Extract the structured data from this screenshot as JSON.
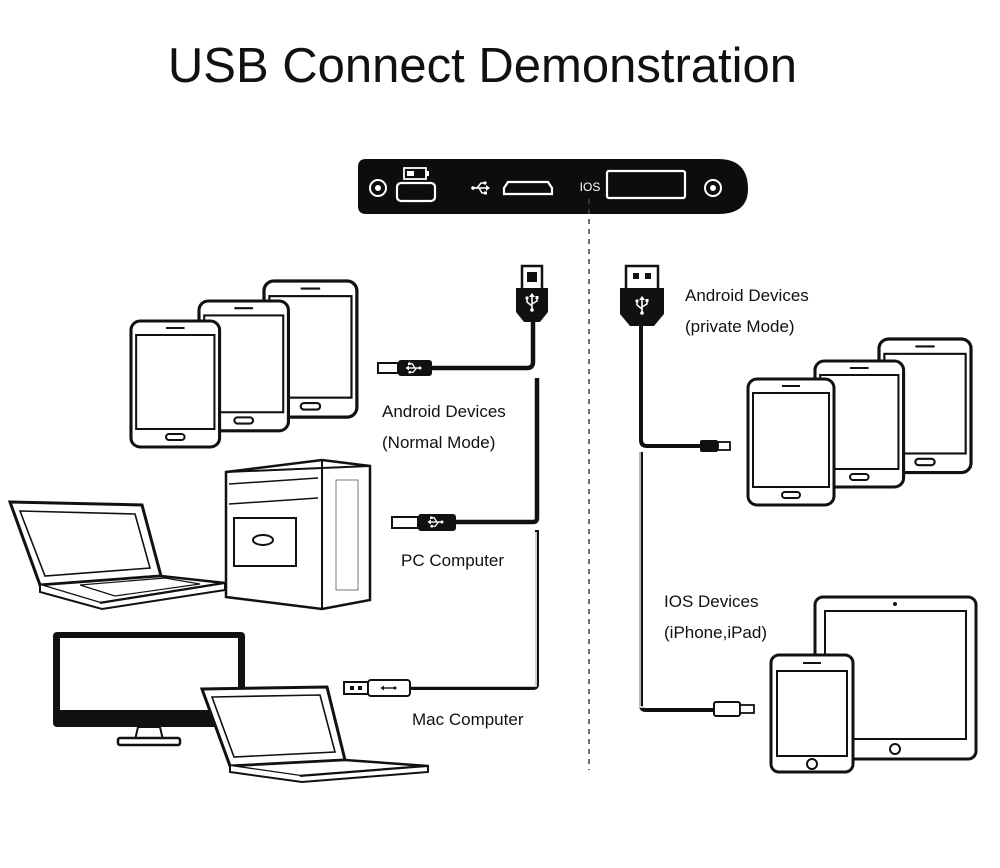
{
  "title": "USB Connect Demonstration",
  "panel": {
    "ios_label": "IOS"
  },
  "labels": {
    "android_normal": [
      "Android Devices",
      "(Normal Mode)"
    ],
    "pc": "PC Computer",
    "mac": "Mac Computer",
    "android_private": [
      "Android Devices",
      "(private Mode)"
    ],
    "ios_devices": [
      "IOS Devices",
      "(iPhone,iPad)"
    ]
  },
  "colors": {
    "ink": "#111111",
    "panel": "#0d0d0d",
    "cable_light": "#9a9a9a"
  },
  "icons": [
    "usb-trident-icon",
    "battery-icon",
    "micro-usb-port-icon",
    "usb-a-port-icon",
    "screw-icon"
  ]
}
